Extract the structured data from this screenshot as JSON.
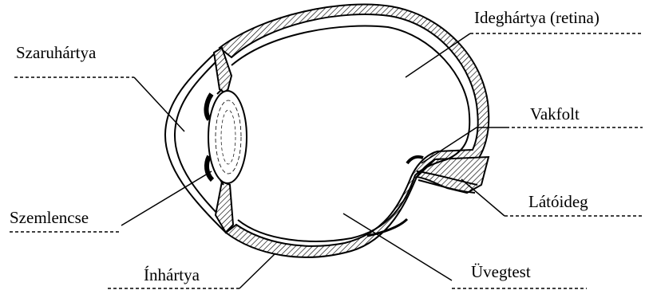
{
  "diagram": {
    "labels": {
      "cornea": "Szaruhártya",
      "lens": "Szemlencse",
      "sclera": "Ínhártya",
      "retina": "Ideghártya (retina)",
      "blind_spot": "Vakfolt",
      "optic_nerve": "Látóideg",
      "vitreous": "Üvegtest"
    }
  }
}
